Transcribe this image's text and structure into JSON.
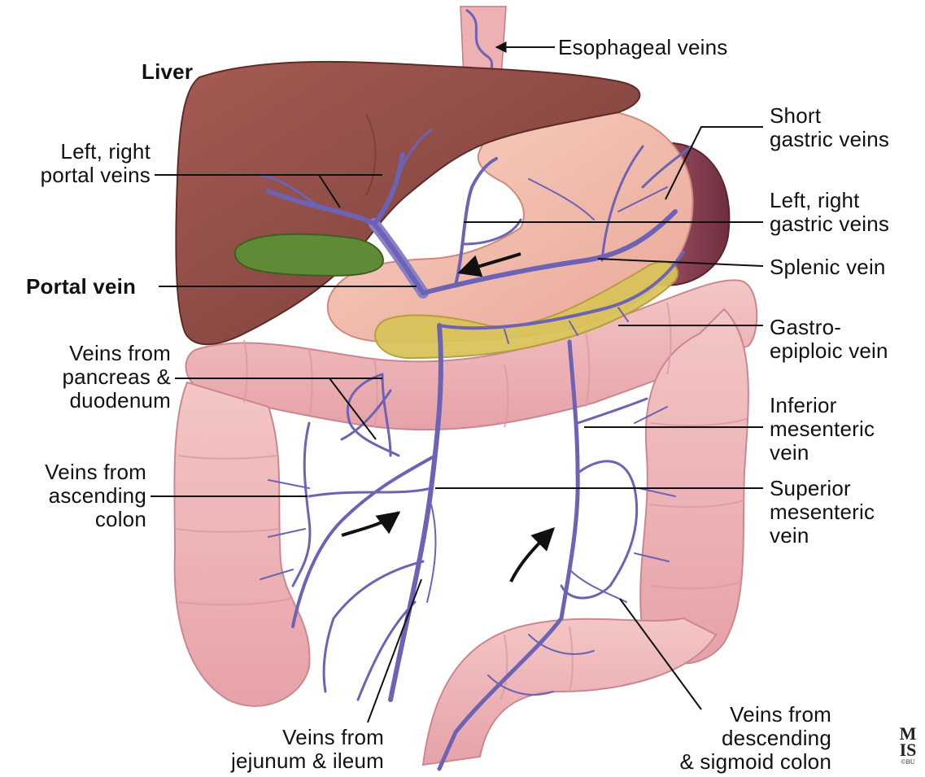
{
  "labels": {
    "esophageal": "Esophageal veins",
    "liver": "Liver",
    "short_gastric_1": "Short",
    "short_gastric_2": "gastric veins",
    "lr_portal_1": "Left, right",
    "lr_portal_2": "portal veins",
    "lr_gastric_1": "Left, right",
    "lr_gastric_2": "gastric veins",
    "splenic": "Splenic vein",
    "portal": "Portal vein",
    "gastro_1": "Gastro-",
    "gastro_2": "epiploic vein",
    "pancreas_1": "Veins from",
    "pancreas_2": "pancreas &",
    "pancreas_3": "duodenum",
    "inferior_1": "Inferior",
    "inferior_2": "mesenteric",
    "inferior_3": "vein",
    "ascending_1": "Veins from",
    "ascending_2": "ascending",
    "ascending_3": "colon",
    "superior_1": "Superior",
    "superior_2": "mesenteric",
    "superior_3": "vein",
    "jejunum_1": "Veins from",
    "jejunum_2": "jejunum & ileum",
    "descending_1": "Veins from",
    "descending_2": "descending",
    "descending_3": "& sigmoid colon"
  },
  "logo": {
    "line1": "M",
    "line2": "IS",
    "line3": "©BU"
  },
  "colors": {
    "liver": "#8f4a44",
    "gallbladder": "#5f8a36",
    "stomach": "#f2b7a6",
    "spleen": "#8a3f4e",
    "pancreas": "#d9c35a",
    "colon": "#eeb3b6",
    "vein": "#6c63b4",
    "leader": "#111111"
  }
}
